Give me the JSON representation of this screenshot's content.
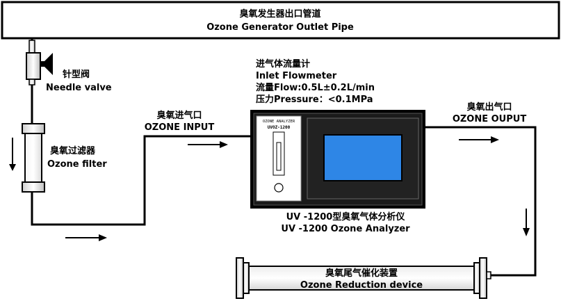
{
  "outlet_pipe": {
    "label_cn": "臭氧发生器出口管道",
    "label_en": "Ozone Generator Outlet Pipe"
  },
  "needle_valve": {
    "label_cn": "针型阀",
    "label_en": "Needle valve"
  },
  "ozone_filter": {
    "label_cn": "臭氧过滤器",
    "label_en": "Ozone filter"
  },
  "inlet_flowmeter": {
    "label_cn": "进气体流量计",
    "label_en": "Inlet Flowmeter",
    "flow": "流量Flow:0.5L±0.2L/min",
    "pressure": "压力Pressure：<0.1MPa"
  },
  "ozone_input": {
    "label_cn": "臭氧进气口",
    "label_en": "OZONE INPUT"
  },
  "ozone_output": {
    "label_cn": "臭氧出气口",
    "label_en": "OZONE OUPUT"
  },
  "analyzer": {
    "panel_title": "OZONE ANALYZER",
    "panel_model": "UVOZ-1200",
    "label_cn": "UV -1200型臭氧气体分析仪",
    "label_en": "UV -1200 Ozone Analyzer",
    "screen_color": "#2e86e6"
  },
  "reduction": {
    "label_cn": "臭氧尾气催化装置",
    "label_en": "Ozone Reduction device"
  }
}
